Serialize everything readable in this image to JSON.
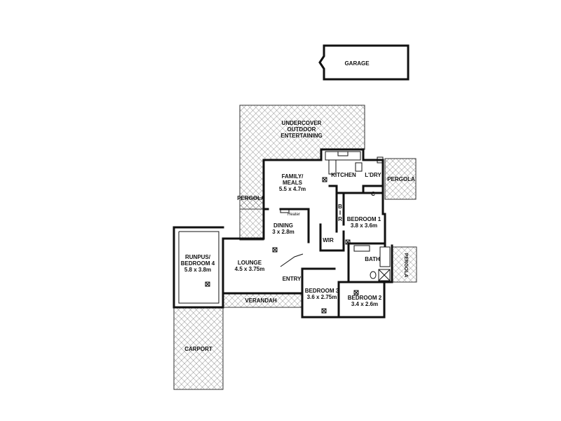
{
  "rooms": {
    "garage": {
      "name": "GARAGE"
    },
    "outdoor": {
      "line1": "UNDERCOVER",
      "line2": "OUTDOOR",
      "line3": "ENTERTAINING"
    },
    "kitchen": {
      "name": "KITCHEN"
    },
    "laundry": {
      "name": "L'DRY"
    },
    "pergola_right": {
      "name": "PERGOLA"
    },
    "family": {
      "line1": "FAMILY/",
      "line2": "MEALS",
      "size": "5.5 x 4.7m"
    },
    "pergola_left": {
      "name": "PERGOLA"
    },
    "heater": {
      "name": "Heater"
    },
    "dining": {
      "name": "DINING",
      "size": "3 x 2.8m"
    },
    "cupboard": {
      "name": "C"
    },
    "bir": {
      "l1": "B",
      "l2": "I",
      "l3": "R"
    },
    "bedroom1": {
      "name": "BEDROOM 1",
      "size": "3.8 x 3.6m"
    },
    "wir": {
      "name": "WIR"
    },
    "rumpus": {
      "line1": "RUNPUS/",
      "line2": "BEDROOM 4",
      "size": "5.8 x 3.8m"
    },
    "lounge": {
      "name": "LOUNGE",
      "size": "4.5 x 3.75m"
    },
    "bath": {
      "name": "BATH"
    },
    "pergola_bath": {
      "name": "PERGOLA"
    },
    "entry": {
      "name": "ENTRY"
    },
    "bedroom3": {
      "name": "BEDROOM 3",
      "size": "3.6 x 2.75m"
    },
    "bedroom2": {
      "name": "BEDROOM 2",
      "size": "3.4 x 2.6m"
    },
    "verandah": {
      "name": "VERANDAH"
    },
    "carport": {
      "name": "CARPORT"
    }
  }
}
